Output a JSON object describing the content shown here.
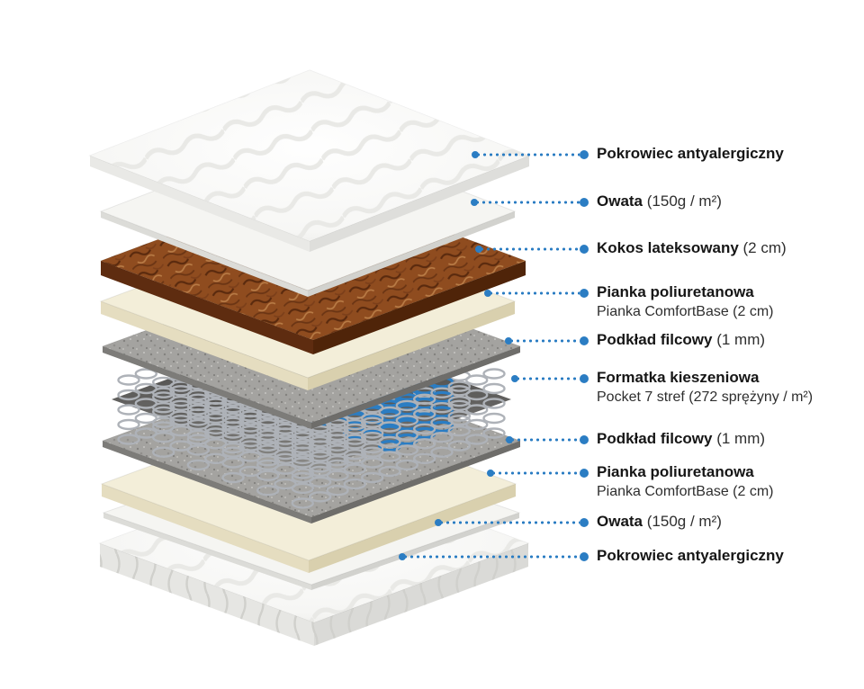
{
  "diagram": {
    "accent": "#2b7dc3",
    "background": "#ffffff",
    "labels": [
      {
        "bold": "Pokrowiec antyalergiczny",
        "normal": "",
        "line2": ""
      },
      {
        "bold": "Owata",
        "normal": " (150g / m²)",
        "line2": ""
      },
      {
        "bold": "Kokos lateksowany",
        "normal": " (2 cm)",
        "line2": ""
      },
      {
        "bold": "Pianka poliuretanowa",
        "normal": "",
        "line2": "Pianka ComfortBase (2 cm)"
      },
      {
        "bold": "Podkład filcowy",
        "normal": " (1 mm)",
        "line2": ""
      },
      {
        "bold": "Formatka kieszeniowa",
        "normal": "",
        "line2": "Pocket 7 stref (272 sprężyny / m²)"
      },
      {
        "bold": "Podkład filcowy",
        "normal": " (1 mm)",
        "line2": ""
      },
      {
        "bold": "Pianka poliuretanowa",
        "normal": "",
        "line2": "Pianka ComfortBase (2 cm)"
      },
      {
        "bold": "Owata",
        "normal": " (150g / m²)",
        "line2": ""
      },
      {
        "bold": "Pokrowiec antyalergiczny",
        "normal": "",
        "line2": ""
      }
    ],
    "layers": [
      {
        "name": "pokrowiec-antyalergiczny-gora",
        "top": "#fbfbfa",
        "left": "#e9e9e6",
        "right": "#dededb"
      },
      {
        "name": "owata-gora",
        "top": "#f5f5f2",
        "left": "#dcdcd8",
        "right": "#d2d2ce"
      },
      {
        "name": "kokos-lateksowany",
        "top": "#8f4c1f",
        "left": "#5e2c10",
        "right": "#4f2409"
      },
      {
        "name": "pianka-comfortbase-gora",
        "top": "#f3eed9",
        "left": "#e5ddc0",
        "right": "#d9d0ae"
      },
      {
        "name": "podklad-filcowy-gora",
        "top": "#a4a3a0",
        "left": "#7d7c79",
        "right": "#6e6d6a"
      },
      {
        "name": "sprezyny-kieszeniowe",
        "spring": "#aeb2b8",
        "spring_blue": "#2b7dc3"
      },
      {
        "name": "podklad-filcowy-dol",
        "top": "#a4a3a0",
        "left": "#7d7c79",
        "right": "#6e6d6a"
      },
      {
        "name": "pianka-comfortbase-dol",
        "top": "#f3eed9",
        "left": "#e5ddc0",
        "right": "#d9d0ae"
      },
      {
        "name": "owata-dol",
        "top": "#f5f5f2",
        "left": "#dcdcd8",
        "right": "#d2d2ce"
      },
      {
        "name": "pokrowiec-antyalergiczny-dol",
        "top": "#f6f6f4",
        "left": "#e6e6e3",
        "right": "#dadad7"
      }
    ]
  }
}
